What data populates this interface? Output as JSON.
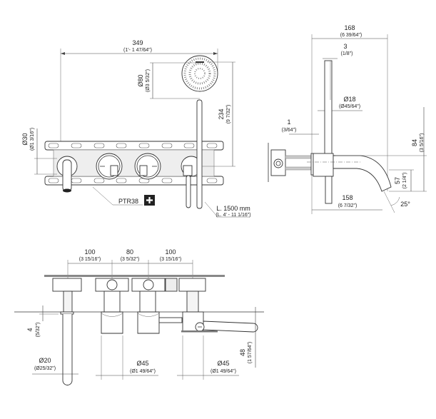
{
  "front_view": {
    "width": {
      "mm": "349",
      "in": "(1'- 1 47/64\")"
    },
    "head_diameter": {
      "mm": "Ø80",
      "in": "(Ø3 5/32\")"
    },
    "height": {
      "mm": "234",
      "in": "(9 7/32\")"
    },
    "handle_diameter": {
      "mm": "Ø30",
      "in": "(Ø1 3/16\")"
    },
    "box_code": "PTR38",
    "hose": {
      "mm": "L. 1500 mm",
      "in": "(L. 4' - 11 1/16\")"
    }
  },
  "side_view": {
    "depth": {
      "mm": "168",
      "in": "(6 39/64\")"
    },
    "gap": {
      "mm": "3",
      "in": "(1/8\")"
    },
    "handle_diameter": {
      "mm": "Ø18",
      "in": "(Ø45/64\")"
    },
    "plate": {
      "mm": "1",
      "in": "(3/64\")"
    },
    "height": {
      "mm": "84",
      "in": "(3 5/16\")"
    },
    "spout_drop": {
      "mm": "57",
      "in": "(2 1/4\")"
    },
    "projection": {
      "mm": "158",
      "in": "(6 7/32\")"
    },
    "angle": "25°"
  },
  "top_view": {
    "spacing": [
      {
        "mm": "100",
        "in": "(3 15/16\")"
      },
      {
        "mm": "80",
        "in": "(3 5/32\")"
      },
      {
        "mm": "100",
        "in": "(3 15/16\")"
      }
    ],
    "rosette": {
      "mm": "4",
      "in": "(5/32\")"
    },
    "spout_diameter": {
      "mm": "Ø20",
      "in": "(Ø25/32\")"
    },
    "knob_diameter": {
      "mm": "Ø45",
      "in": "(Ø1 49/64\")"
    },
    "holder_diameter": {
      "mm": "Ø45",
      "in": "(Ø1 49/64\")"
    },
    "holder_height": {
      "mm": "48",
      "in": "(1 57/64\")"
    }
  }
}
